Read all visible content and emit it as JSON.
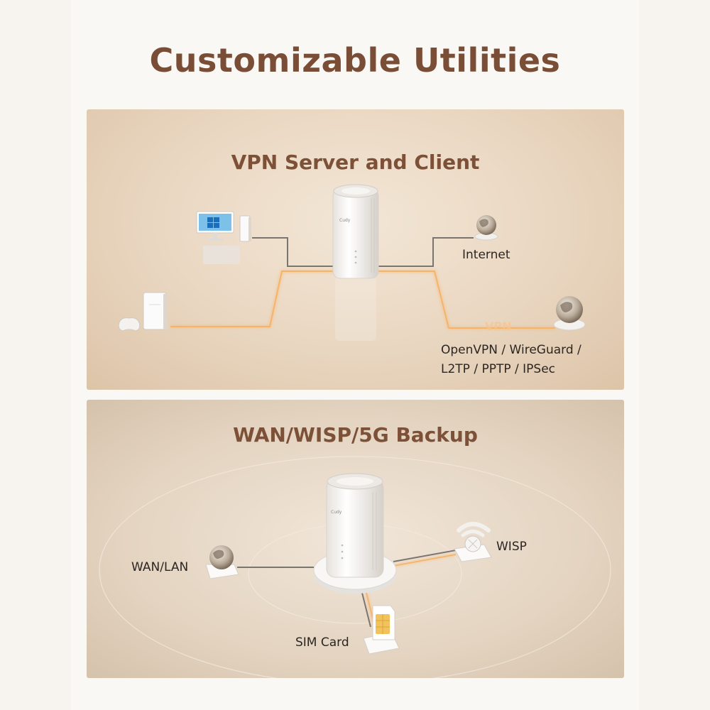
{
  "title": "Customizable Utilities",
  "vpn_panel": {
    "heading": "VPN Server and Client",
    "internet_label": "Internet",
    "vpn_tag": "VPN",
    "protocols_line1": "OpenVPN / WireGuard /",
    "protocols_line2": "L2TP / PPTP / IPSec",
    "router_brand": "Cudy"
  },
  "wan_panel": {
    "heading": "WAN/WISP/5G Backup",
    "wan_label": "WAN/LAN",
    "wisp_label": "WISP",
    "sim_label": "SIM Card",
    "router_brand": "Cudy"
  },
  "colors": {
    "title": "#7a4e36",
    "heading": "#7d5038",
    "glow_line": "#f5b46a",
    "grey_line": "#7b7570"
  },
  "icons": [
    "router-icon",
    "computer-monitor-icon",
    "pc-tower-icon",
    "nas-icon",
    "game-controller-icon",
    "globe-icon",
    "wifi-access-point-icon",
    "sim-card-icon"
  ]
}
